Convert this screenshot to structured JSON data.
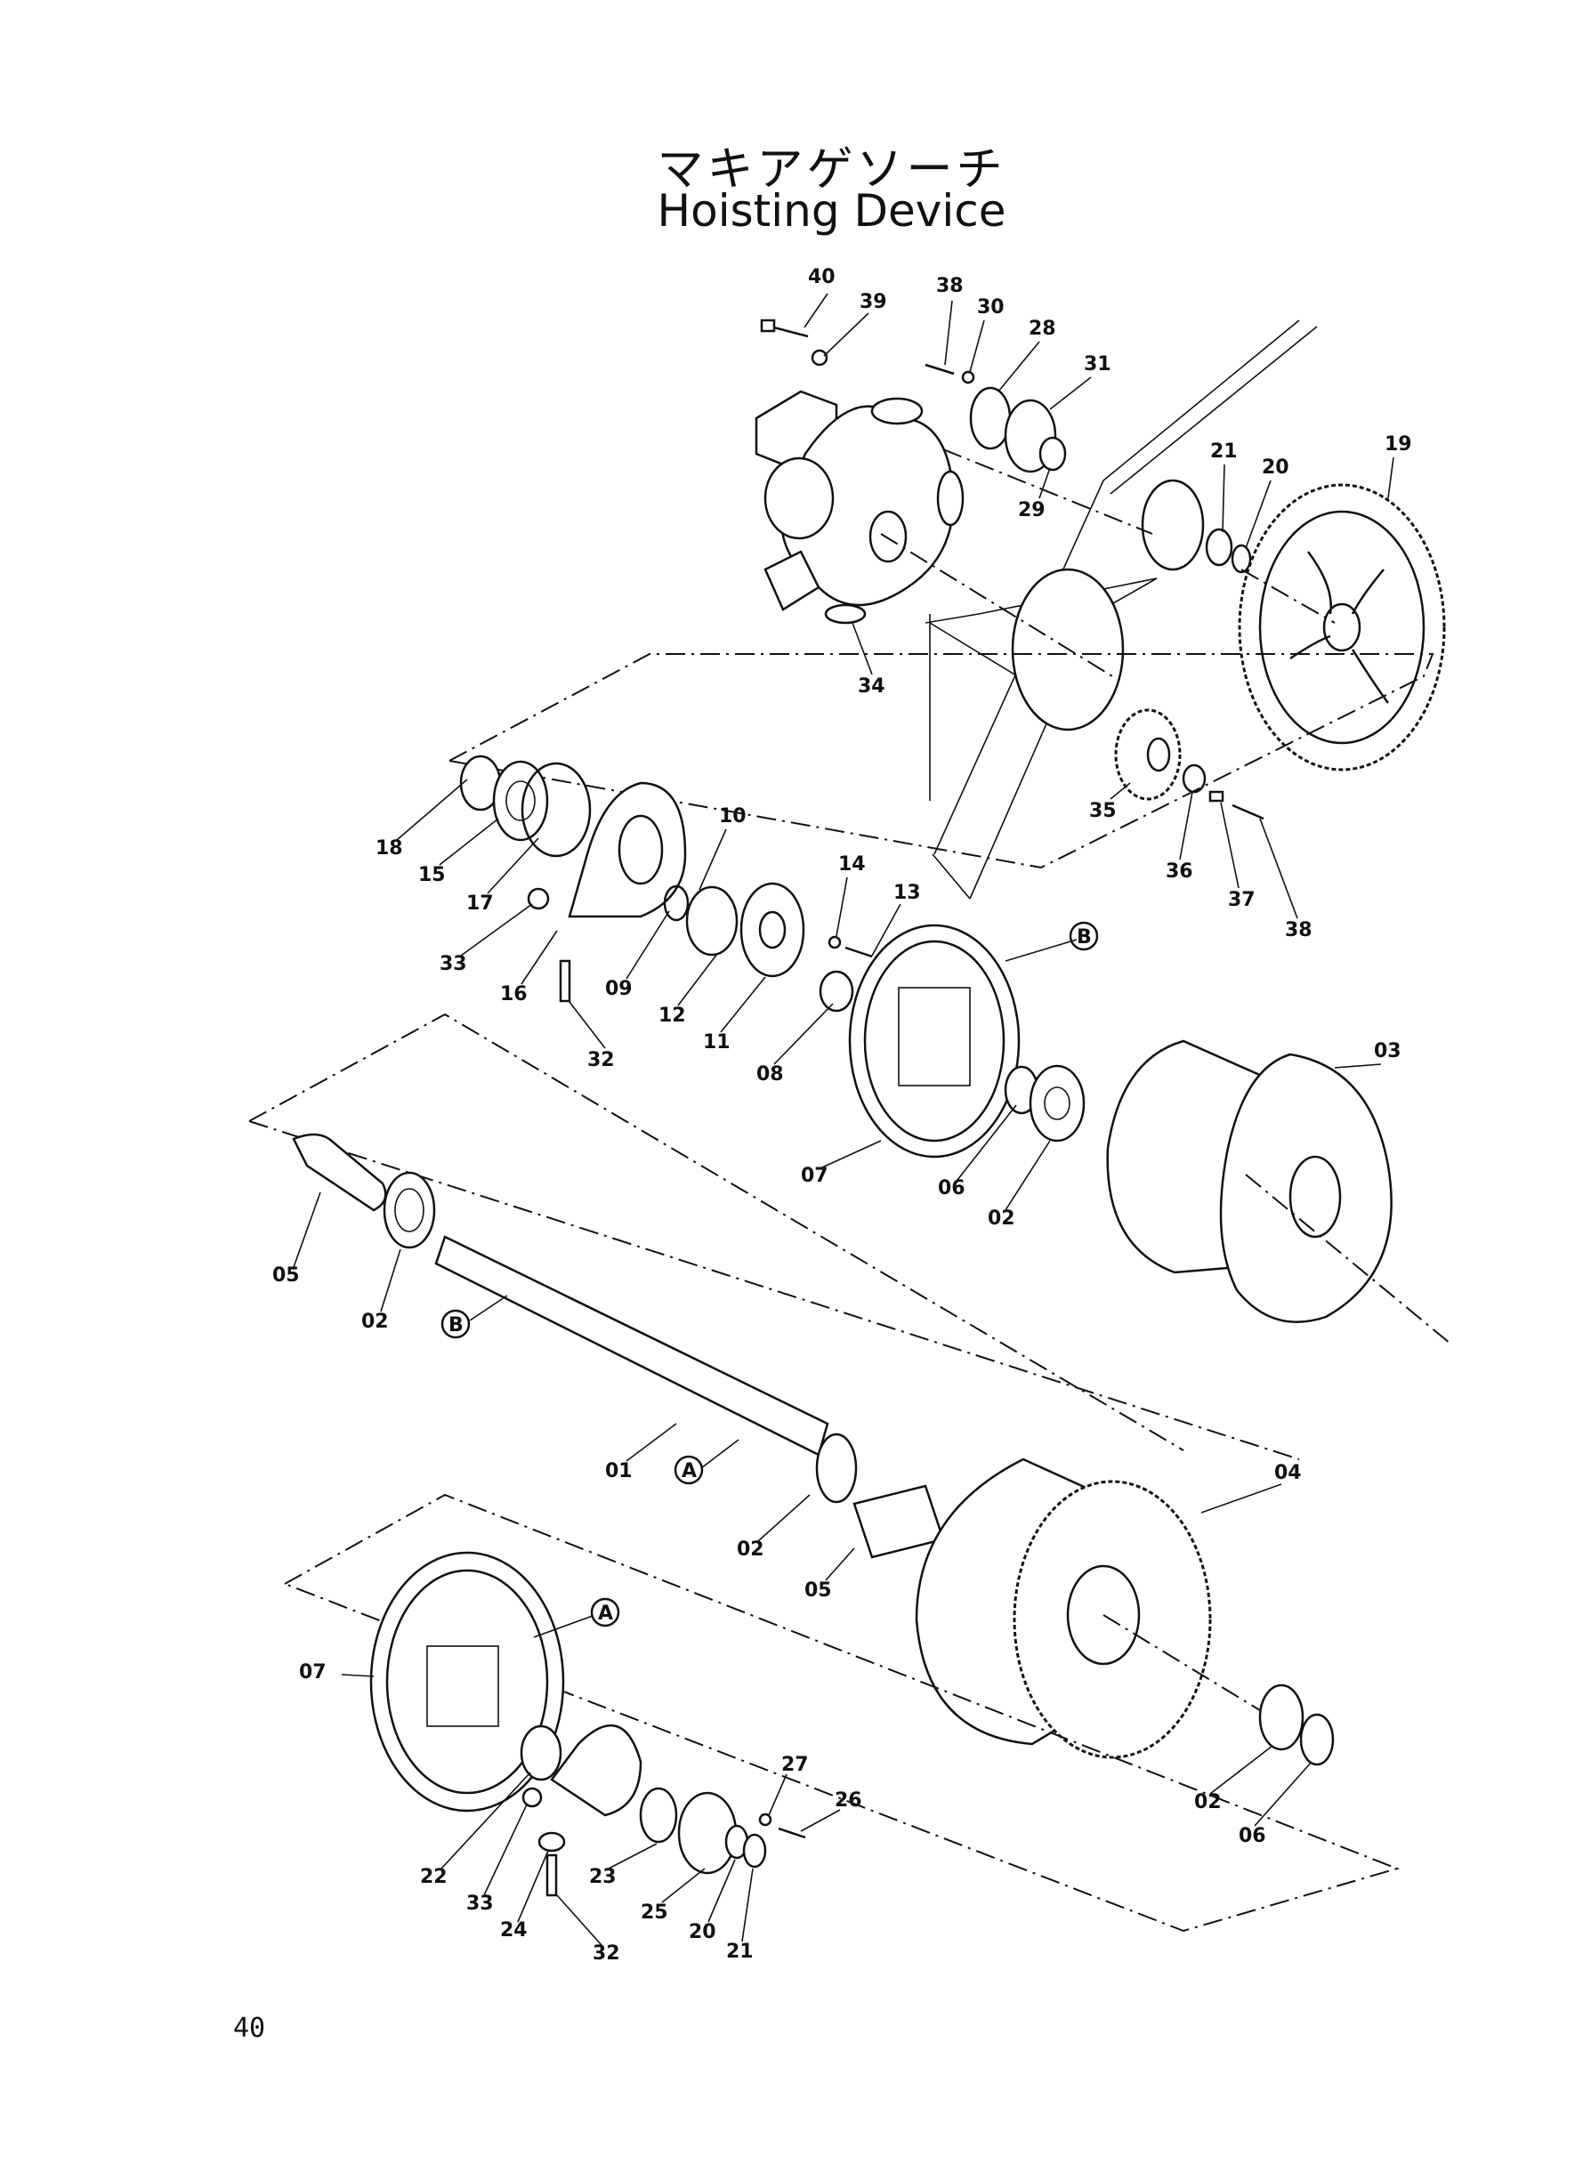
{
  "title": {
    "japanese": "マキアゲソーチ",
    "english": "Hoisting Device"
  },
  "page_number": "40",
  "part_labels": [
    {
      "id": "p40",
      "text": "40"
    },
    {
      "id": "p39",
      "text": "39"
    },
    {
      "id": "p38a",
      "text": "38"
    },
    {
      "id": "p30",
      "text": "30"
    },
    {
      "id": "p28",
      "text": "28"
    },
    {
      "id": "p31",
      "text": "31"
    },
    {
      "id": "p29",
      "text": "29"
    },
    {
      "id": "p21a",
      "text": "21"
    },
    {
      "id": "p20a",
      "text": "20"
    },
    {
      "id": "p19",
      "text": "19"
    },
    {
      "id": "p34",
      "text": "34"
    },
    {
      "id": "p35",
      "text": "35"
    },
    {
      "id": "p36",
      "text": "36"
    },
    {
      "id": "p37",
      "text": "37"
    },
    {
      "id": "p38b",
      "text": "38"
    },
    {
      "id": "p18",
      "text": "18"
    },
    {
      "id": "p15",
      "text": "15"
    },
    {
      "id": "p17",
      "text": "17"
    },
    {
      "id": "p33a",
      "text": "33"
    },
    {
      "id": "p16",
      "text": "16"
    },
    {
      "id": "p32a",
      "text": "32"
    },
    {
      "id": "p09",
      "text": "09"
    },
    {
      "id": "p10",
      "text": "10"
    },
    {
      "id": "p12",
      "text": "12"
    },
    {
      "id": "p11",
      "text": "11"
    },
    {
      "id": "p14",
      "text": "14"
    },
    {
      "id": "p13",
      "text": "13"
    },
    {
      "id": "p08",
      "text": "08"
    },
    {
      "id": "pB1",
      "text": "B"
    },
    {
      "id": "p07a",
      "text": "07"
    },
    {
      "id": "p06a",
      "text": "06"
    },
    {
      "id": "p02a",
      "text": "02"
    },
    {
      "id": "p03",
      "text": "03"
    },
    {
      "id": "p05a",
      "text": "05"
    },
    {
      "id": "p02b",
      "text": "02"
    },
    {
      "id": "pB2",
      "text": "B"
    },
    {
      "id": "p01",
      "text": "01"
    },
    {
      "id": "pA1",
      "text": "A"
    },
    {
      "id": "p02c",
      "text": "02"
    },
    {
      "id": "p05b",
      "text": "05"
    },
    {
      "id": "p04",
      "text": "04"
    },
    {
      "id": "pA2",
      "text": "A"
    },
    {
      "id": "p07b",
      "text": "07"
    },
    {
      "id": "p27",
      "text": "27"
    },
    {
      "id": "p26",
      "text": "26"
    },
    {
      "id": "p22",
      "text": "22"
    },
    {
      "id": "p33b",
      "text": "33"
    },
    {
      "id": "p24",
      "text": "24"
    },
    {
      "id": "p23",
      "text": "23"
    },
    {
      "id": "p25",
      "text": "25"
    },
    {
      "id": "p20b",
      "text": "20"
    },
    {
      "id": "p21b",
      "text": "21"
    },
    {
      "id": "p32b",
      "text": "32"
    },
    {
      "id": "p02d",
      "text": "02"
    },
    {
      "id": "p06b",
      "text": "06"
    }
  ]
}
